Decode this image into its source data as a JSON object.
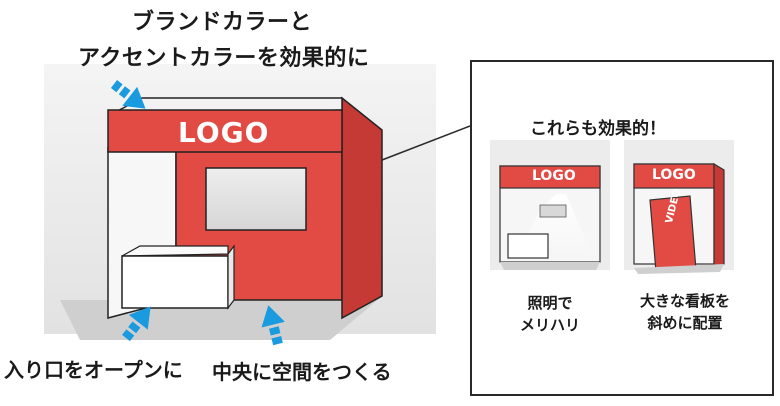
{
  "heading": {
    "line1": "ブランドカラーと",
    "line2": "アクセントカラーを効果的に"
  },
  "main_booth": {
    "logo_text": "LOGO"
  },
  "annotations": {
    "open_entrance": "入り口をオープンに",
    "center_space": "中央に空間をつくる"
  },
  "callout": {
    "title": "これらも効果的！",
    "example_lighting": {
      "logo_text": "LOGO",
      "caption_line1": "照明で",
      "caption_line2": "メリハリ"
    },
    "example_signboard": {
      "logo_text": "LOGO",
      "video_text": "VIDEO",
      "caption_line1": "大きな看板を",
      "caption_line2": "斜めに配置"
    }
  },
  "colors": {
    "brand_red": "#e24a44",
    "dark_red": "#b8312d",
    "arrow_blue": "#1a9be0"
  }
}
